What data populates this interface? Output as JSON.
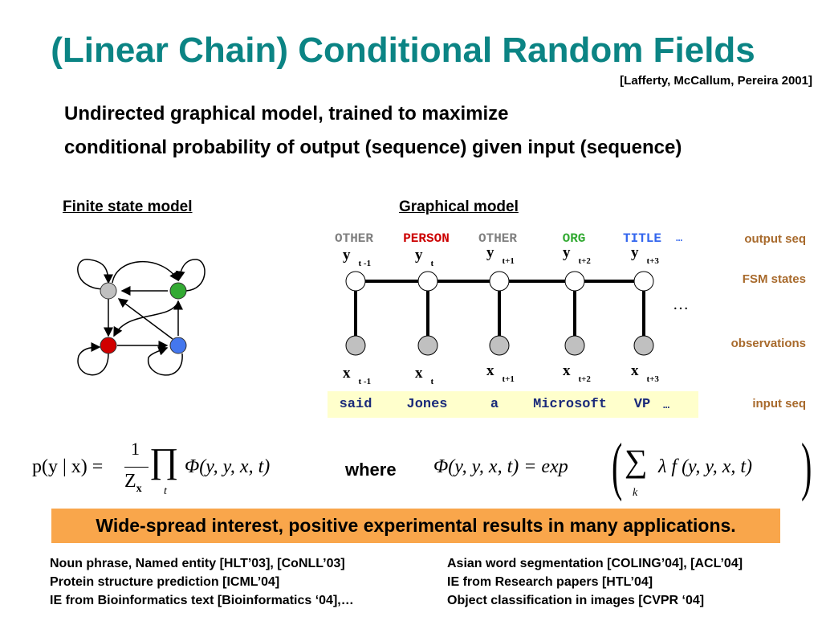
{
  "title": "(Linear Chain) Conditional Random Fields",
  "citation": "[Lafferty, McCallum, Pereira 2001]",
  "body": [
    "Undirected graphical model, trained to maximize",
    "conditional probability of output (sequence) given input (sequence)"
  ],
  "sections": {
    "fsm": "Finite state model",
    "graphical": "Graphical model"
  },
  "output_seq": [
    {
      "text": "OTHER",
      "color": "#808080"
    },
    {
      "text": "PERSON",
      "color": "#cc0000"
    },
    {
      "text": "OTHER",
      "color": "#808080"
    },
    {
      "text": "ORG",
      "color": "#33aa33"
    },
    {
      "text": "TITLE",
      "color": "#3366ee"
    }
  ],
  "output_ellipsis": "…",
  "y_vars": [
    {
      "v": "y",
      "s": "t -1"
    },
    {
      "v": "y",
      "s": "t"
    },
    {
      "v": "y",
      "s": "t+1"
    },
    {
      "v": "y",
      "s": "t+2"
    },
    {
      "v": "y",
      "s": "t+3"
    }
  ],
  "x_vars": [
    {
      "v": "x",
      "s": "t -1"
    },
    {
      "v": "x",
      "s": "t"
    },
    {
      "v": "x",
      "s": "t+1"
    },
    {
      "v": "x",
      "s": "t+2"
    },
    {
      "v": "x",
      "s": "t+3"
    }
  ],
  "chain_ellipsis": "…",
  "row_labels": {
    "output": "output seq",
    "states": "FSM states",
    "obs": "observations",
    "input": "input seq"
  },
  "input_seq": [
    "said",
    "Jones",
    "a",
    "Microsoft",
    "VP",
    "…"
  ],
  "formula_left": {
    "lhs": "p(y | x) =",
    "num": "1",
    "den": "Z",
    "den_sub": "x",
    "prod": "∏",
    "prod_sub": "t",
    "rhs": "Φ(y, y, x, t)"
  },
  "where": "where",
  "formula_right": {
    "lhs": "Φ(y, y, x, t) = exp",
    "sum": "∑",
    "sum_sub": "k",
    "rhs": "λ f (y, y, x, t)"
  },
  "banner": "Wide-spread interest, positive experimental results in many applications.",
  "apps_left": [
    "Noun phrase, Named entity [HLT’03], [CoNLL’03]",
    "Protein structure prediction [ICML’04]",
    "IE from Bioinformatics text [Bioinformatics ‘04],…"
  ],
  "apps_right": [
    "Asian word segmentation [COLING’04], [ACL’04]",
    "IE from Research papers [HTL’04]",
    "Object classification in images [CVPR ‘04]"
  ]
}
